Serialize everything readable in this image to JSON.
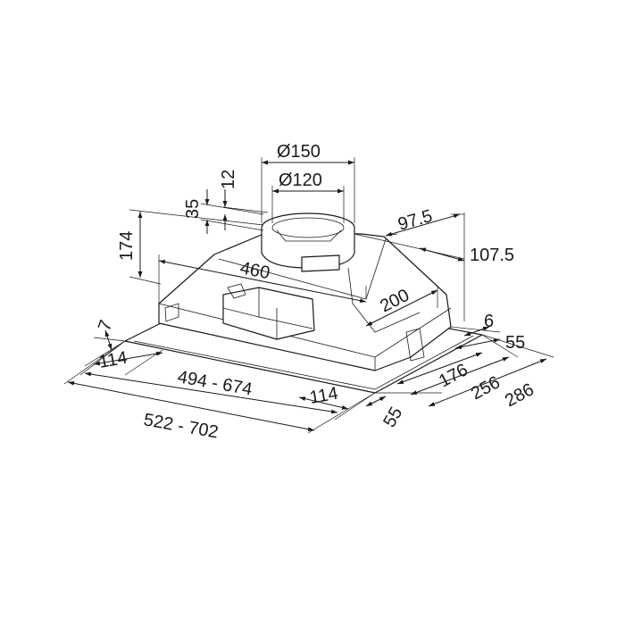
{
  "labels": {
    "dia150": "Ø150",
    "dia120": "Ø120",
    "h35": "35",
    "h12": "12",
    "h174": "174",
    "w97_5": "97.5",
    "w107_5": "107.5",
    "w460": "460",
    "w200": "200",
    "h7": "7",
    "h6": "6",
    "w55a": "55",
    "w114a": "114",
    "w494_674": "494 - 674",
    "w176": "176",
    "w256": "256",
    "w286": "286",
    "w114b": "114",
    "w55b": "55",
    "w522_702": "522 - 702"
  }
}
